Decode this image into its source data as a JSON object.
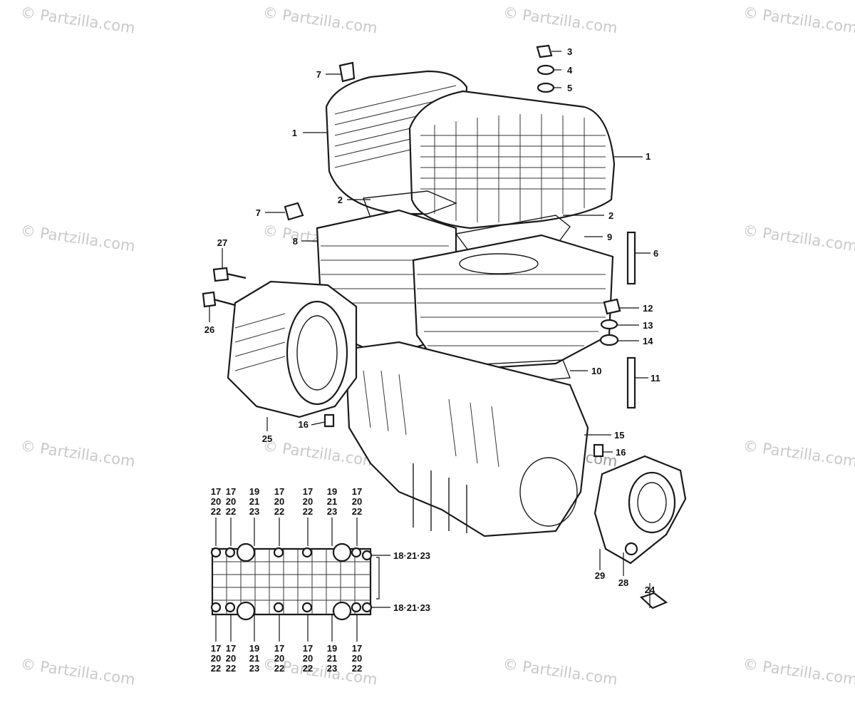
{
  "watermark": "© Partzilla.com",
  "callouts": {
    "c1a": "1",
    "c1b": "1",
    "c2a": "2",
    "c2b": "2",
    "c3": "3",
    "c4": "4",
    "c5": "5",
    "c6": "6",
    "c7a": "7",
    "c7b": "7",
    "c8": "8",
    "c9": "9",
    "c10": "10",
    "c11": "11",
    "c12": "12",
    "c13": "13",
    "c14": "14",
    "c15": "15",
    "c16a": "16",
    "c16b": "16",
    "c24": "24",
    "c25": "25",
    "c26": "26",
    "c27": "27",
    "c28": "28",
    "c29": "29",
    "c18a": "18·21·23",
    "c18b": "18·21·23"
  },
  "bolt_groups_top": [
    [
      "17",
      "20",
      "22"
    ],
    [
      "17",
      "20",
      "22"
    ],
    [
      "19",
      "21",
      "23"
    ],
    [
      "17",
      "20",
      "22"
    ],
    [
      "17",
      "20",
      "22"
    ],
    [
      "19",
      "21",
      "23"
    ],
    [
      "17",
      "20",
      "22"
    ]
  ],
  "bolt_groups_bottom": [
    [
      "17",
      "20",
      "22"
    ],
    [
      "17",
      "20",
      "22"
    ],
    [
      "19",
      "21",
      "23"
    ],
    [
      "17",
      "20",
      "22"
    ],
    [
      "17",
      "20",
      "22"
    ],
    [
      "19",
      "21",
      "23"
    ],
    [
      "17",
      "20",
      "22"
    ]
  ]
}
